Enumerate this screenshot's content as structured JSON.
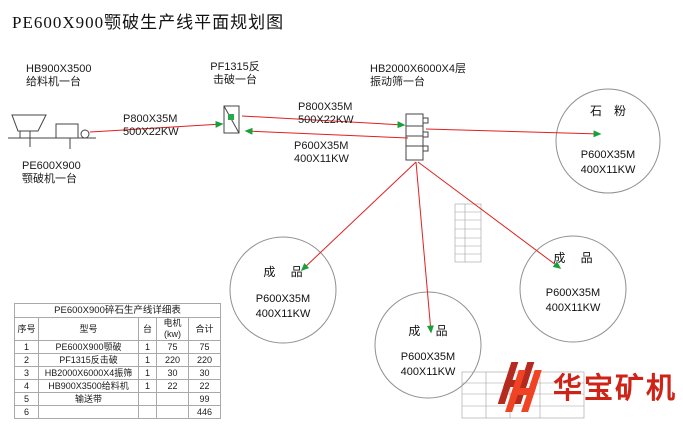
{
  "title": "PE600X900颚破生产线平面规划图",
  "equipment": {
    "feeder": {
      "line1": "HB900X3500",
      "line2": "给料机一台"
    },
    "jaw_crusher": {
      "line1": "PE600X900",
      "line2": "颚破机一台"
    },
    "impact_crusher": {
      "line1": "PF1315反",
      "line2": "击破一台"
    },
    "vibrating_screen": {
      "line1": "HB2000X6000X4层",
      "line2": "振动筛一台"
    }
  },
  "conveyors": {
    "feed_to_impact": {
      "line1": "P800X35M",
      "line2": "500X22KW"
    },
    "impact_to_screen": {
      "line1": "P800X35M",
      "line2": "500X22KW"
    },
    "screen_return": {
      "line1": "P600X35M",
      "line2": "400X11KW"
    }
  },
  "outputs": {
    "stone_powder": {
      "name": "石　粉",
      "spec1": "P600X35M",
      "spec2": "400X11KW"
    },
    "product_left": {
      "name": "成　 品",
      "spec1": "P600X35M",
      "spec2": "400X11KW"
    },
    "product_middle": {
      "name": "成　 品",
      "spec1": "P600X35M",
      "spec2": "400X11KW"
    },
    "product_right": {
      "name": "成　 品",
      "spec1": "P600X35M",
      "spec2": "400X11KW"
    }
  },
  "table": {
    "title": "PE600X900碎石生产线详细表",
    "headers": [
      "序号",
      "型号",
      "台",
      "电机(kw)",
      "合计"
    ],
    "rows": [
      [
        "1",
        "PE600X900颚破",
        "1",
        "75",
        "75"
      ],
      [
        "2",
        "PF1315反击破",
        "1",
        "220",
        "220"
      ],
      [
        "3",
        "HB2000X6000X4振筛",
        "1",
        "30",
        "30"
      ],
      [
        "4",
        "HB900X3500给料机",
        "1",
        "22",
        "22"
      ],
      [
        "5",
        "输送带",
        "",
        "",
        "99"
      ],
      [
        "6",
        "",
        "",
        "",
        "446"
      ]
    ]
  },
  "logo": {
    "text": "华宝矿机"
  },
  "colors": {
    "flow_line": "#e02020",
    "arrow_head": "#18a03a",
    "logo_red": "#cf2318"
  }
}
